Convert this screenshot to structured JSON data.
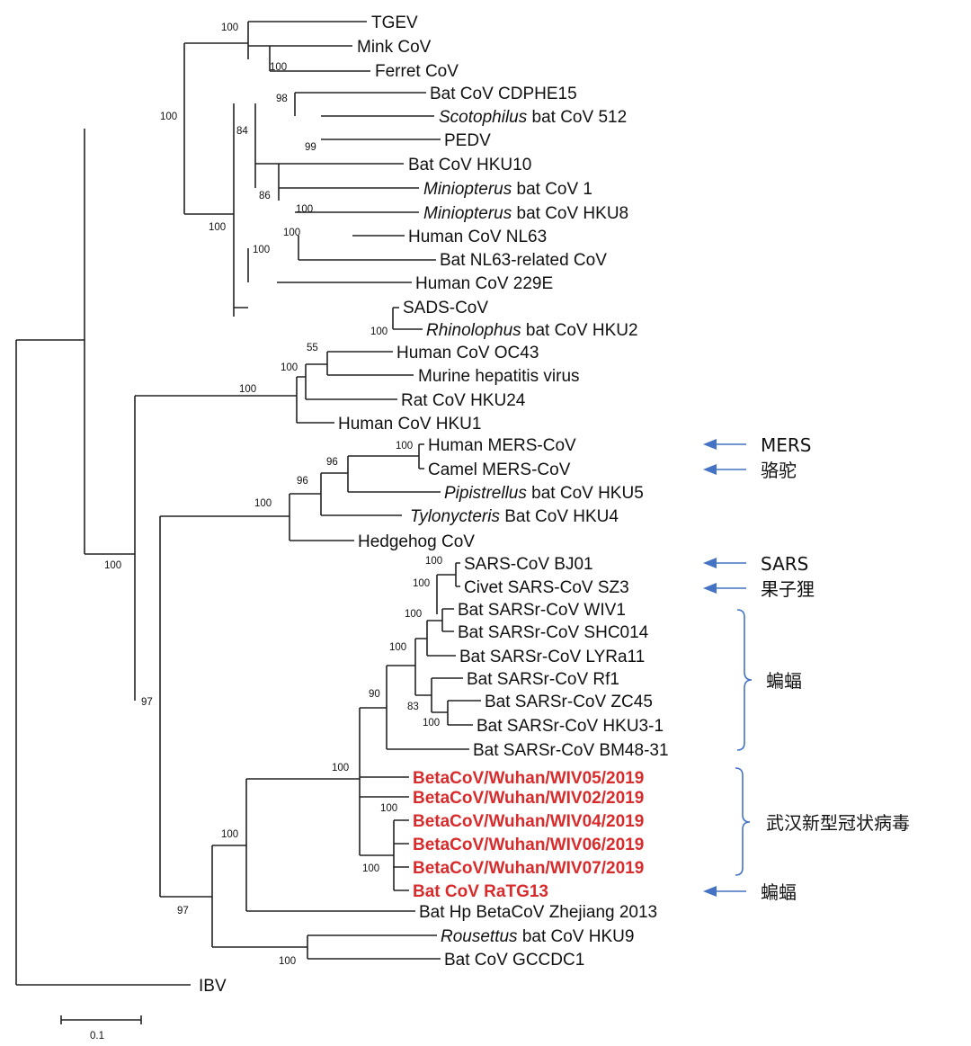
{
  "leaves": {
    "TGEV": "TGEV",
    "MinkCoV": "Mink CoV",
    "FerretCoV": "Ferret CoV",
    "CDPHE15": "Bat CoV CDPHE15",
    "Sc512_i": "Scotophilus",
    "Sc512": " bat CoV 512",
    "PEDV": "PEDV",
    "HKU10": "Bat CoV HKU10",
    "Mi1_i": "Miniopterus",
    "Mi1": " bat CoV 1",
    "MiHKU8_i": "Miniopterus",
    "MiHKU8": " bat CoV HKU8",
    "NL63": "Human CoV NL63",
    "NL63rel": "Bat NL63-related CoV",
    "229E": "Human CoV 229E",
    "SADS": "SADS-CoV",
    "RhHKU2_i": "Rhinolophus",
    "RhHKU2": " bat CoV HKU2",
    "OC43": "Human CoV OC43",
    "MHV": "Murine hepatitis virus",
    "RatHKU24": "Rat CoV HKU24",
    "HKU1": "Human CoV HKU1",
    "HumanMERS": "Human MERS-CoV",
    "CamelMERS": "Camel MERS-CoV",
    "PiHKU5_i": "Pipistrellus",
    "PiHKU5": " bat CoV HKU5",
    "TyHKU4_i": "Tylonycteris",
    "TyHKU4": " Bat CoV HKU4",
    "Hedgehog": "Hedgehog CoV",
    "SARSBJ01": "SARS-CoV BJ01",
    "CivetSZ3": "Civet SARS-CoV SZ3",
    "WIV1": "Bat SARSr-CoV WIV1",
    "SHC014": "Bat SARSr-CoV SHC014",
    "LYRa11": "Bat SARSr-CoV LYRa11",
    "Rf1": "Bat SARSr-CoV Rf1",
    "ZC45": "Bat SARSr-CoV ZC45",
    "HKU3": "Bat SARSr-CoV HKU3-1",
    "BM48": "Bat SARSr-CoV BM48-31",
    "WIV05": "BetaCoV/Wuhan/WIV05/2019",
    "WIV02": "BetaCoV/Wuhan/WIV02/2019",
    "WIV04": "BetaCoV/Wuhan/WIV04/2019",
    "WIV06": "BetaCoV/Wuhan/WIV06/2019",
    "WIV07": "BetaCoV/Wuhan/WIV07/2019",
    "RaTG13": "Bat CoV RaTG13",
    "Zhejiang": "Bat Hp BetaCoV Zhejiang 2013",
    "RoHKU9_i": "Rousettus",
    "RoHKU9": " bat CoV HKU9",
    "GCCDC1": "Bat CoV GCCDC1",
    "IBV": "IBV"
  },
  "bootstrap": {
    "b1": "100",
    "b2": "100",
    "b3": "98",
    "b4": "99",
    "b5": "84",
    "b6": "86",
    "b7": "100",
    "b8": "100",
    "b9": "100",
    "b10": "100",
    "b11": "100",
    "b12": "100",
    "b13": "55",
    "b14": "100",
    "b15": "100",
    "b16": "100",
    "b17": "96",
    "b18": "96",
    "b19": "100",
    "b20": "100",
    "b21": "100",
    "b22": "100",
    "b23": "100",
    "b24": "100",
    "b25": "83",
    "b26": "100",
    "b27": "90",
    "b28": "100",
    "b29": "100",
    "b30": "100",
    "b31": "100",
    "b32": "97",
    "b33": "100",
    "b34": "97"
  },
  "annotations": {
    "mers": "MERS",
    "camel": "骆驼",
    "sars": "SARS",
    "civet": "果子狸",
    "bat1": "蝙蝠",
    "wuhan": "武汉新型冠状病毒",
    "bat2": "蝙蝠"
  },
  "scale_bar": "0.1",
  "colors": {
    "branch": "#222222",
    "highlight": "#d92b2b",
    "annotation": "#4472c4"
  }
}
